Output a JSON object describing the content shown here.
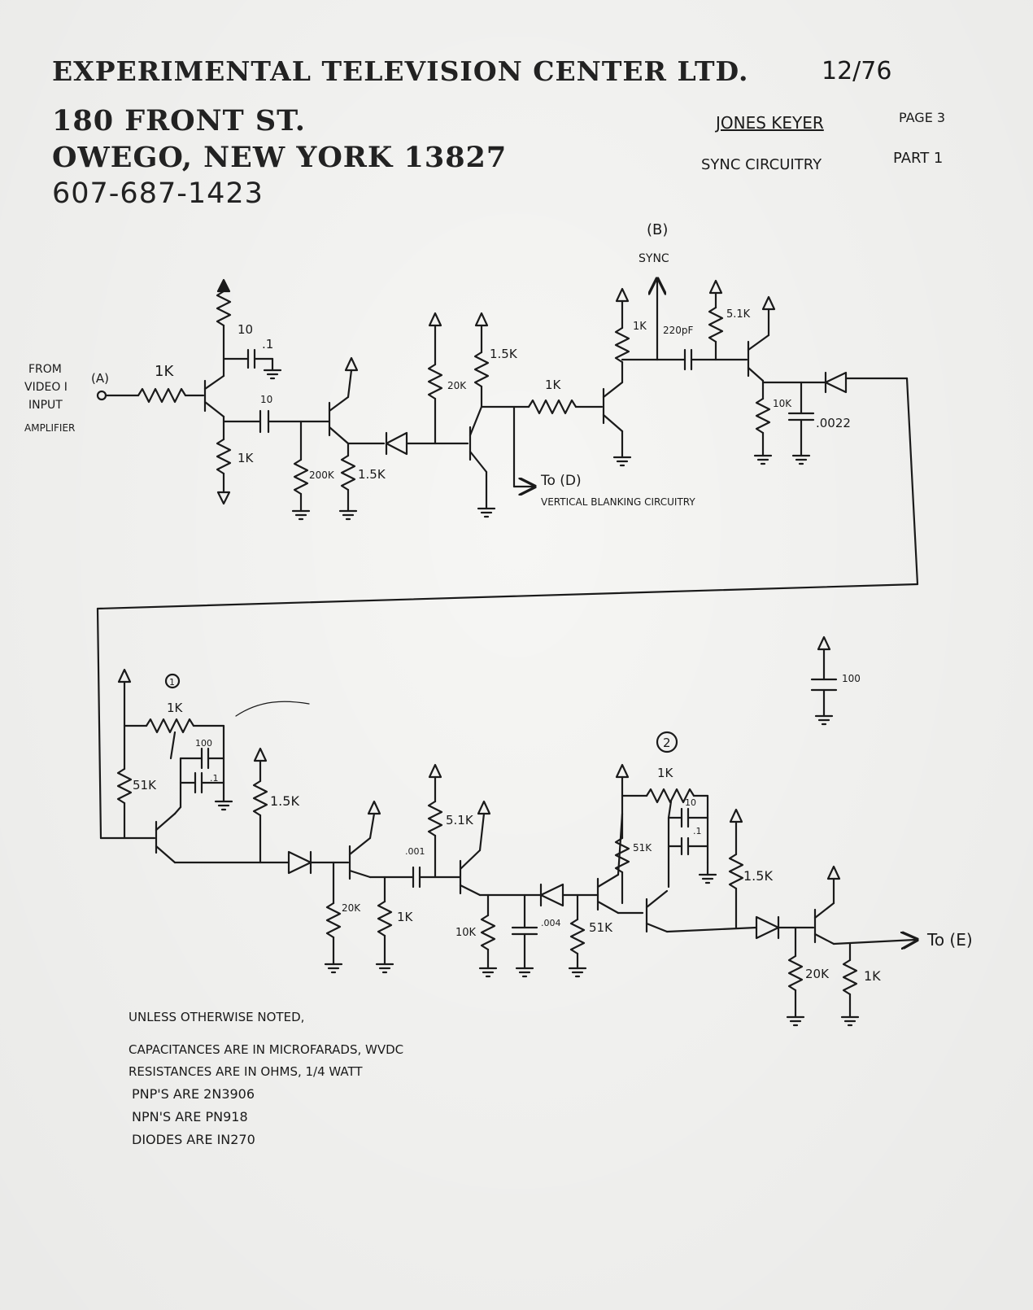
{
  "letterhead": {
    "company": "EXPERIMENTAL TELEVISION CENTER LTD.",
    "street": "180 FRONT ST.",
    "city": "OWEGO, NEW YORK  13827",
    "phone": "607-687-1423"
  },
  "header": {
    "date": "12/76",
    "title": "JONES KEYER",
    "page": "PAGE 3",
    "subtitle": "SYNC CIRCUITRY",
    "part": "PART 1"
  },
  "input": {
    "label_lines": [
      "FROM",
      "VIDEO I",
      "INPUT",
      "AMPLIFIER"
    ],
    "node": "(A)"
  },
  "outputs": {
    "sync_node": "(B)",
    "sync_label": "SYNC",
    "to_d": "To (D)",
    "to_d_desc": "VERTICAL BLANKING CIRCUITRY",
    "to_e": "To (E)"
  },
  "top_components": {
    "r_in": "1K",
    "r_top": "10",
    "c_top": ".1",
    "c_couple": "10",
    "r_emit": "1K",
    "r_200k": "200K",
    "r_15k_a": "1.5K",
    "r_20k": "20K",
    "r_15k_b": "1.5K",
    "r_1k_mid": "1K",
    "r_1k_col": "1K",
    "c_220": "220pF",
    "r_51k": "5.1K",
    "r_10k": "10K",
    "c_0022": ".0022"
  },
  "bottom_components": {
    "marker_1": "1",
    "pot_1": "1K",
    "c_100": "100",
    "c_01": ".1",
    "r_51k": "51K",
    "r_15k_a": "1.5K",
    "r_20k": "20K",
    "r_1k": "1K",
    "c_001": ".001",
    "r_51k_b": "5.1K",
    "r_10k": "10K",
    "c_004": ".004",
    "r_51k_c": "51K",
    "marker_2": "2",
    "pot_2": "1K",
    "c_10": "10",
    "c_01_b": ".1",
    "r_51k_d": "51K",
    "r_15k_b": "1.5K",
    "r_20k_b": "20K",
    "r_1k_b": "1K",
    "c_supply": "100"
  },
  "notes": {
    "heading": "UNLESS OTHERWISE NOTED,",
    "lines": [
      "CAPACITANCES ARE IN MICROFARADS, WVDC",
      "RESISTANCES ARE IN OHMS, 1/4 WATT",
      "PNP'S ARE 2N3906",
      "NPN'S ARE PN918",
      "DIODES ARE IN270"
    ]
  }
}
